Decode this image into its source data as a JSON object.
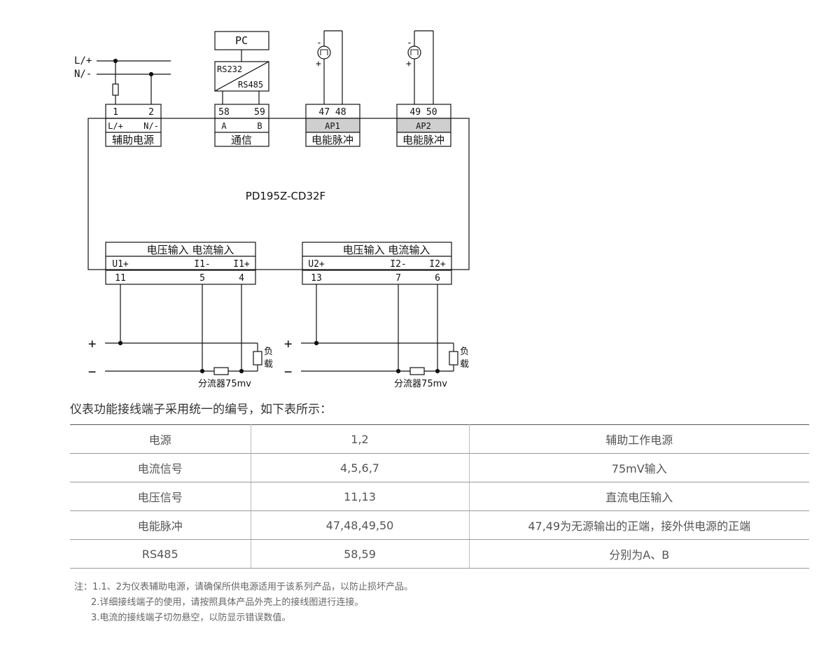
{
  "diagram": {
    "model": "PD195Z-CD32F",
    "supply": {
      "phase": "L/+",
      "neutral": "N/-"
    },
    "pc_label": "PC",
    "converter": {
      "top": "RS232",
      "bottom": "RS485"
    },
    "blocks": [
      {
        "numbers": [
          "1",
          "2"
        ],
        "pins": [
          "L/+",
          "N/-"
        ],
        "caption": "辅助电源"
      },
      {
        "numbers": [
          "58",
          "59"
        ],
        "pins": [
          "A",
          "B"
        ],
        "caption": "通信"
      },
      {
        "numbers": [
          "47 48"
        ],
        "pins": [
          "AP1"
        ],
        "caption": "电能脉冲"
      },
      {
        "numbers": [
          "49 50"
        ],
        "pins": [
          "AP2"
        ],
        "caption": "电能脉冲"
      }
    ],
    "pulse": {
      "minus": "-",
      "plus": "+"
    },
    "inputs": [
      {
        "header": "电压输入  电流输入",
        "pins": [
          "U1+",
          "I1-",
          "I1+"
        ],
        "numbers": [
          "11",
          "5",
          "4"
        ]
      },
      {
        "header": "电压输入  电流输入",
        "pins": [
          "U2+",
          "I2-",
          "I2+"
        ],
        "numbers": [
          "13",
          "7",
          "6"
        ]
      }
    ],
    "dc": {
      "plus": "+",
      "minus": "−"
    },
    "load": [
      "负",
      "载"
    ],
    "shunt": "分流器75mv"
  },
  "intro": "仪表功能接线端子采用统一的编号，如下表所示：",
  "table": [
    [
      "电源",
      "1,2",
      "辅助工作电源"
    ],
    [
      "电流信号",
      "4,5,6,7",
      "75mV输入"
    ],
    [
      "电压信号",
      "11,13",
      "直流电压输入"
    ],
    [
      "电能脉冲",
      "47,48,49,50",
      "47,49为无源输出的正端，接外供电源的正端"
    ],
    [
      "RS485",
      "58,59",
      "分别为A、B"
    ]
  ],
  "notes": [
    "注：1.1、2为仪表辅助电源，请确保所供电源适用于该系列产品，以防止损坏产品。",
    "2.详细接线端子的使用，请按照具体产品外壳上的接线图进行连接。",
    "3.电流的接线端子切勿悬空，以防显示错误数值。"
  ]
}
